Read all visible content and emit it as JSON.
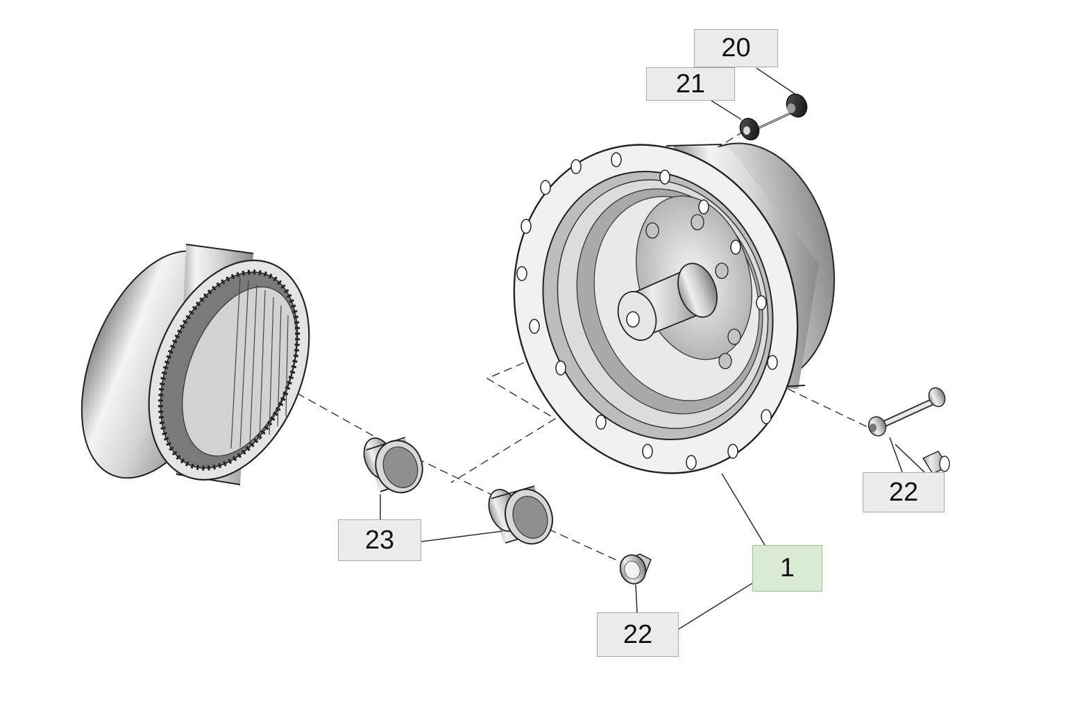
{
  "callouts": {
    "c20": "20",
    "c21": "21",
    "c22_right": "22",
    "c23": "23",
    "c1": "1",
    "c22_bottom": "22"
  },
  "colors": {
    "highlight_fill": "#d9ebd2",
    "callout_fill": "#ececec",
    "line": "#222222"
  }
}
